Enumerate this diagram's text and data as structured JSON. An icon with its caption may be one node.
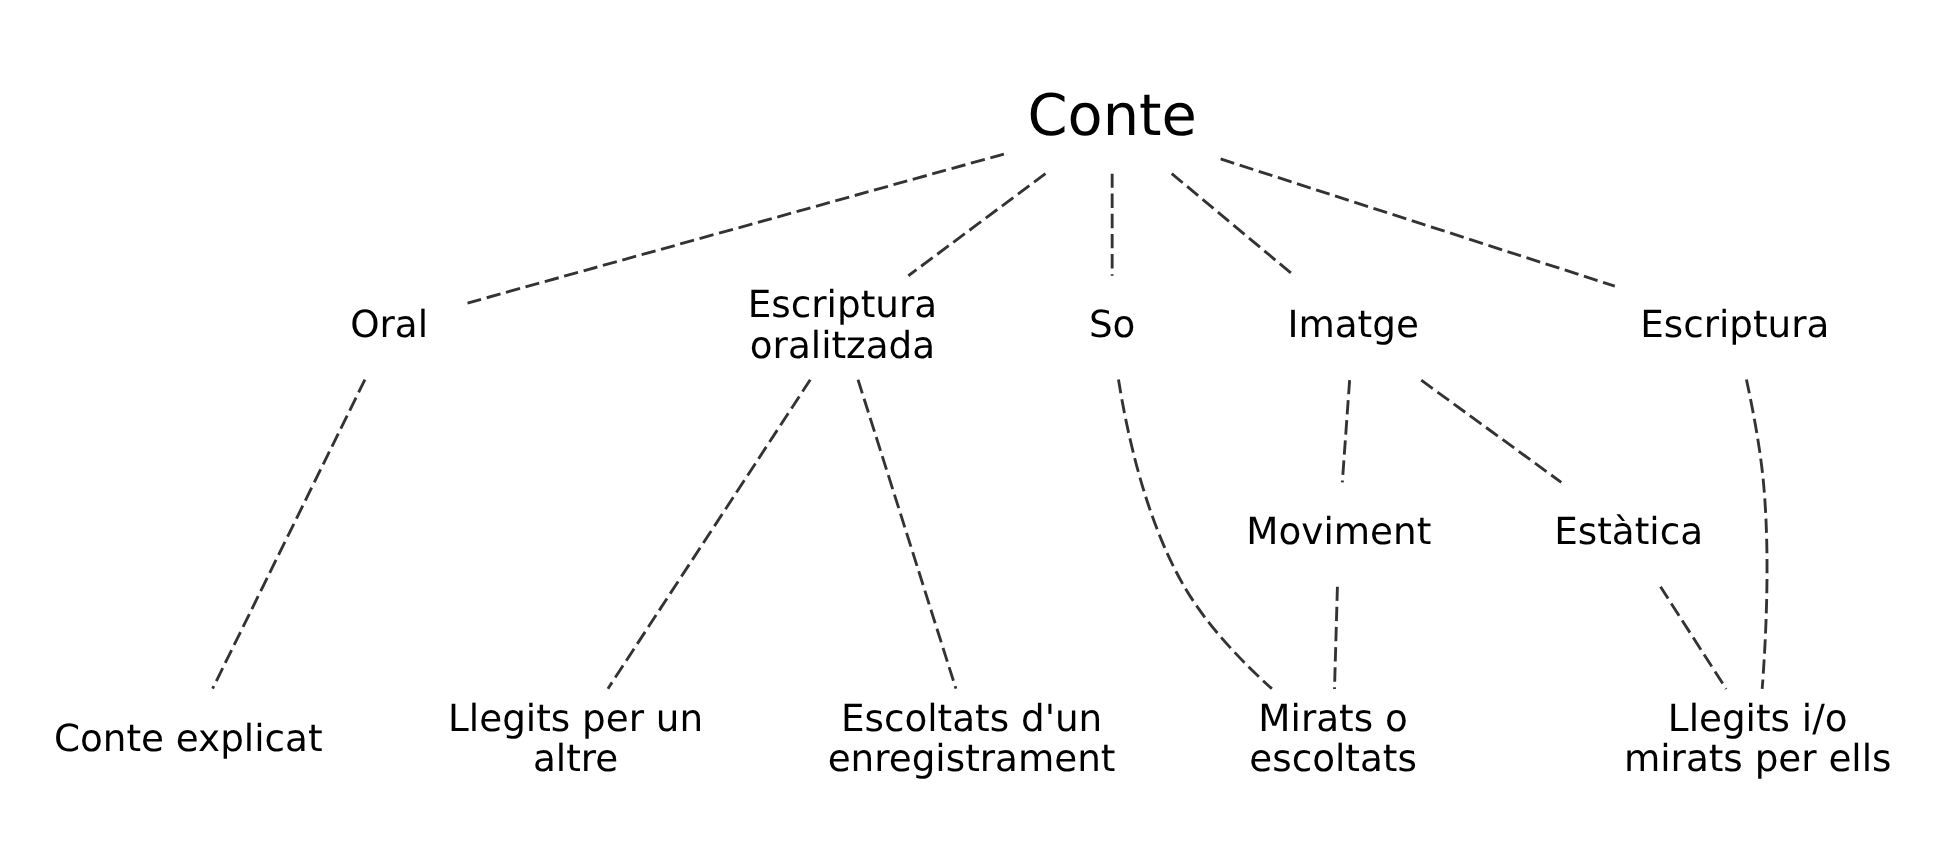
{
  "diagram": {
    "nodes": [
      {
        "text": [
          "Conte"
        ]
      },
      {
        "text": [
          "Oral"
        ]
      },
      {
        "text": [
          "Escriptura oralitzada"
        ]
      },
      {
        "text": [
          "So"
        ]
      },
      {
        "text": [
          "Imatge"
        ]
      },
      {
        "text": [
          "Escriptura"
        ]
      },
      {
        "text": [
          "Moviment"
        ]
      },
      {
        "text": [
          "Estàtica"
        ]
      },
      {
        "text": [
          "Conte explicat"
        ]
      },
      {
        "text": [
          "Llegits per un altre"
        ]
      },
      {
        "text": [
          "Escoltats d'un enregistrament"
        ]
      },
      {
        "text": [
          "Mirats o escoltats"
        ]
      },
      {
        "text": [
          "Llegits i/o mirats per ells"
        ]
      }
    ],
    "edges": [
      {
        "from": 0,
        "to": 1,
        "arrow": "none",
        "style": "dashed"
      },
      {
        "from": 0,
        "to": 2,
        "arrow": "none",
        "style": "dashed"
      },
      {
        "from": 0,
        "to": 3,
        "arrow": "none",
        "style": "dashed"
      },
      {
        "from": 0,
        "to": 4,
        "arrow": "none",
        "style": "dashed"
      },
      {
        "from": 0,
        "to": 5,
        "arrow": "none",
        "style": "dashed"
      },
      {
        "from": 1,
        "to": 8,
        "arrow": "none",
        "style": "dashed"
      },
      {
        "from": 2,
        "to": 9,
        "arrow": "none",
        "style": "dashed"
      },
      {
        "from": 2,
        "to": 10,
        "arrow": "none",
        "style": "dashed"
      },
      {
        "from": 3,
        "to": 11,
        "arrow": "none",
        "style": "dashed"
      },
      {
        "from": 4,
        "to": 6,
        "arrow": "none",
        "style": "dashed"
      },
      {
        "from": 4,
        "to": 7,
        "arrow": "none",
        "style": "dashed"
      },
      {
        "from": 6,
        "to": 11,
        "arrow": "none",
        "style": "dashed"
      },
      {
        "from": 7,
        "to": 12,
        "arrow": "none",
        "style": "dashed"
      },
      {
        "from": 5,
        "to": 12,
        "arrow": "none",
        "style": "dashed"
      }
    ]
  }
}
